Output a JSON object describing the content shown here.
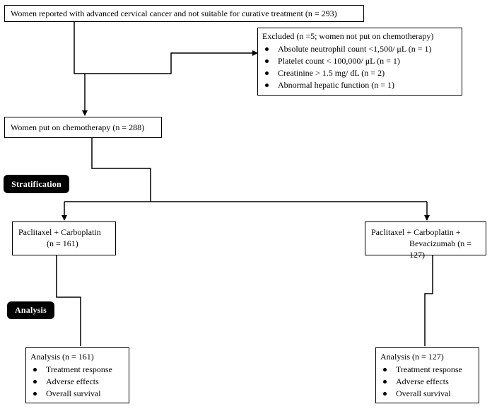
{
  "top_box": {
    "text": "Women reported with advanced cervical cancer and not suitable for curative treatment (n = 293)"
  },
  "excluded_box": {
    "title": "Excluded (n =5; women not put on chemotherapy)",
    "items": [
      "Absolute neutrophil count <1,500/ μL (n = 1)",
      "Platelet count < 100,000/ μL (n = 1)",
      "Creatinine > 1.5 mg/ dL (n = 2)",
      "Abnormal hepatic function (n = 1)"
    ]
  },
  "chemo_box": {
    "text": "Women put on chemotherapy (n = 288)"
  },
  "stratification_label": {
    "text": "Stratification"
  },
  "arm_left_box": {
    "line1": "Paclitaxel + Carboplatin",
    "line2": "(n = 161)"
  },
  "arm_right_box": {
    "line1": "Paclitaxel + Carboplatin +",
    "line2": "Bevacizumab (n = 127)"
  },
  "analysis_label": {
    "text": "Analysis"
  },
  "analysis_left_box": {
    "title": "Analysis (n = 161)",
    "items": [
      "Treatment response",
      "Adverse effects",
      "Overall survival"
    ]
  },
  "analysis_right_box": {
    "title": "Analysis (n = 127)",
    "items": [
      "Treatment response",
      "Adverse effects",
      "Overall survival"
    ]
  }
}
